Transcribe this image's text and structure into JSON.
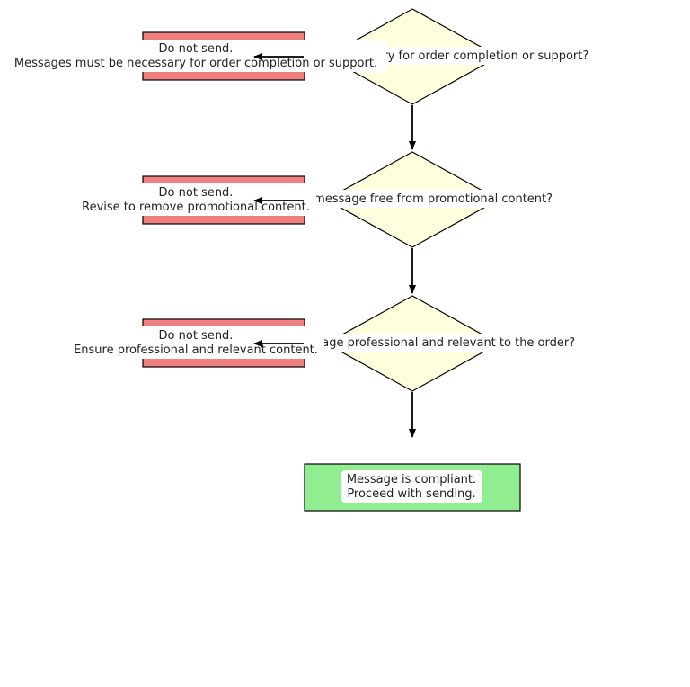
{
  "colors": {
    "decision_fill": "#ffffdd",
    "reject_fill": "#f08080",
    "accept_fill": "#90ee90",
    "stroke": "#000000",
    "label_bg": "#ffffff"
  },
  "decisions": [
    {
      "text": "Is the message necessary for order completion or support?"
    },
    {
      "text": "Is the message free from promotional content?"
    },
    {
      "text": "Is the message professional and relevant to the order?"
    }
  ],
  "rejections": [
    {
      "line1": "Do not send.",
      "line2": "Messages must be necessary for order completion or support."
    },
    {
      "line1": "Do not send.",
      "line2": "Revise to remove promotional content."
    },
    {
      "line1": "Do not send.",
      "line2": "Ensure professional and relevant content."
    }
  ],
  "result": {
    "line1": "Message is compliant.",
    "line2": "Proceed with sending."
  }
}
